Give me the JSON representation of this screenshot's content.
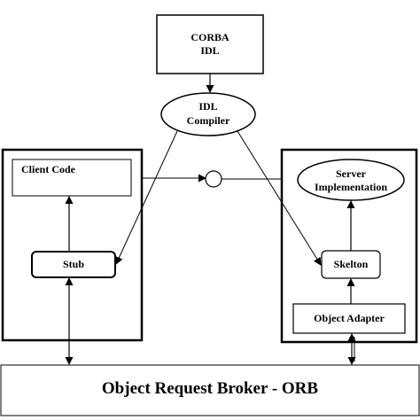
{
  "diagram": {
    "corba_idl": {
      "line1": "CORBA",
      "line2": "IDL"
    },
    "idl_compiler": {
      "line1": "IDL",
      "line2": "Compiler"
    },
    "client_code": "Client Code",
    "stub": "Stub",
    "server_implementation": {
      "line1": "Server",
      "line2": "Implementation"
    },
    "skeleton": "Skelton",
    "object_adapter": "Object Adapter",
    "orb": "Object Request Broker - ORB"
  }
}
